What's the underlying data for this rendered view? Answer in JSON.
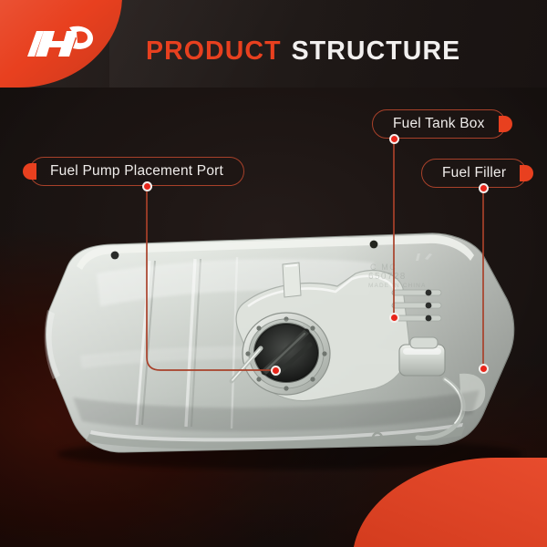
{
  "header": {
    "logo_icon": "ap-logo-icon",
    "title_part1": "PRODUCT",
    "title_part2": "STRUCTURE",
    "title_color_1": "#e8401f",
    "title_color_2": "#f2f0ef",
    "accent_color": "#e8401f"
  },
  "callouts": [
    {
      "id": "fuel-tank-box",
      "label": "Fuel Tank Box",
      "tab_side": "right"
    },
    {
      "id": "fuel-filler",
      "label": "Fuel Filler",
      "tab_side": "right"
    },
    {
      "id": "fuel-pump",
      "label": "Fuel Pump Placement Port",
      "tab_side": "left"
    }
  ],
  "product": {
    "name": "automotive steel fuel tank",
    "finish_color": "#cfd2cc",
    "marker_color": "#e8251a",
    "line_color": "#a8412a"
  },
  "background": {
    "base_color": "#17100e",
    "glow_color": "#3d1008",
    "footer_accent": "#e8401f"
  }
}
